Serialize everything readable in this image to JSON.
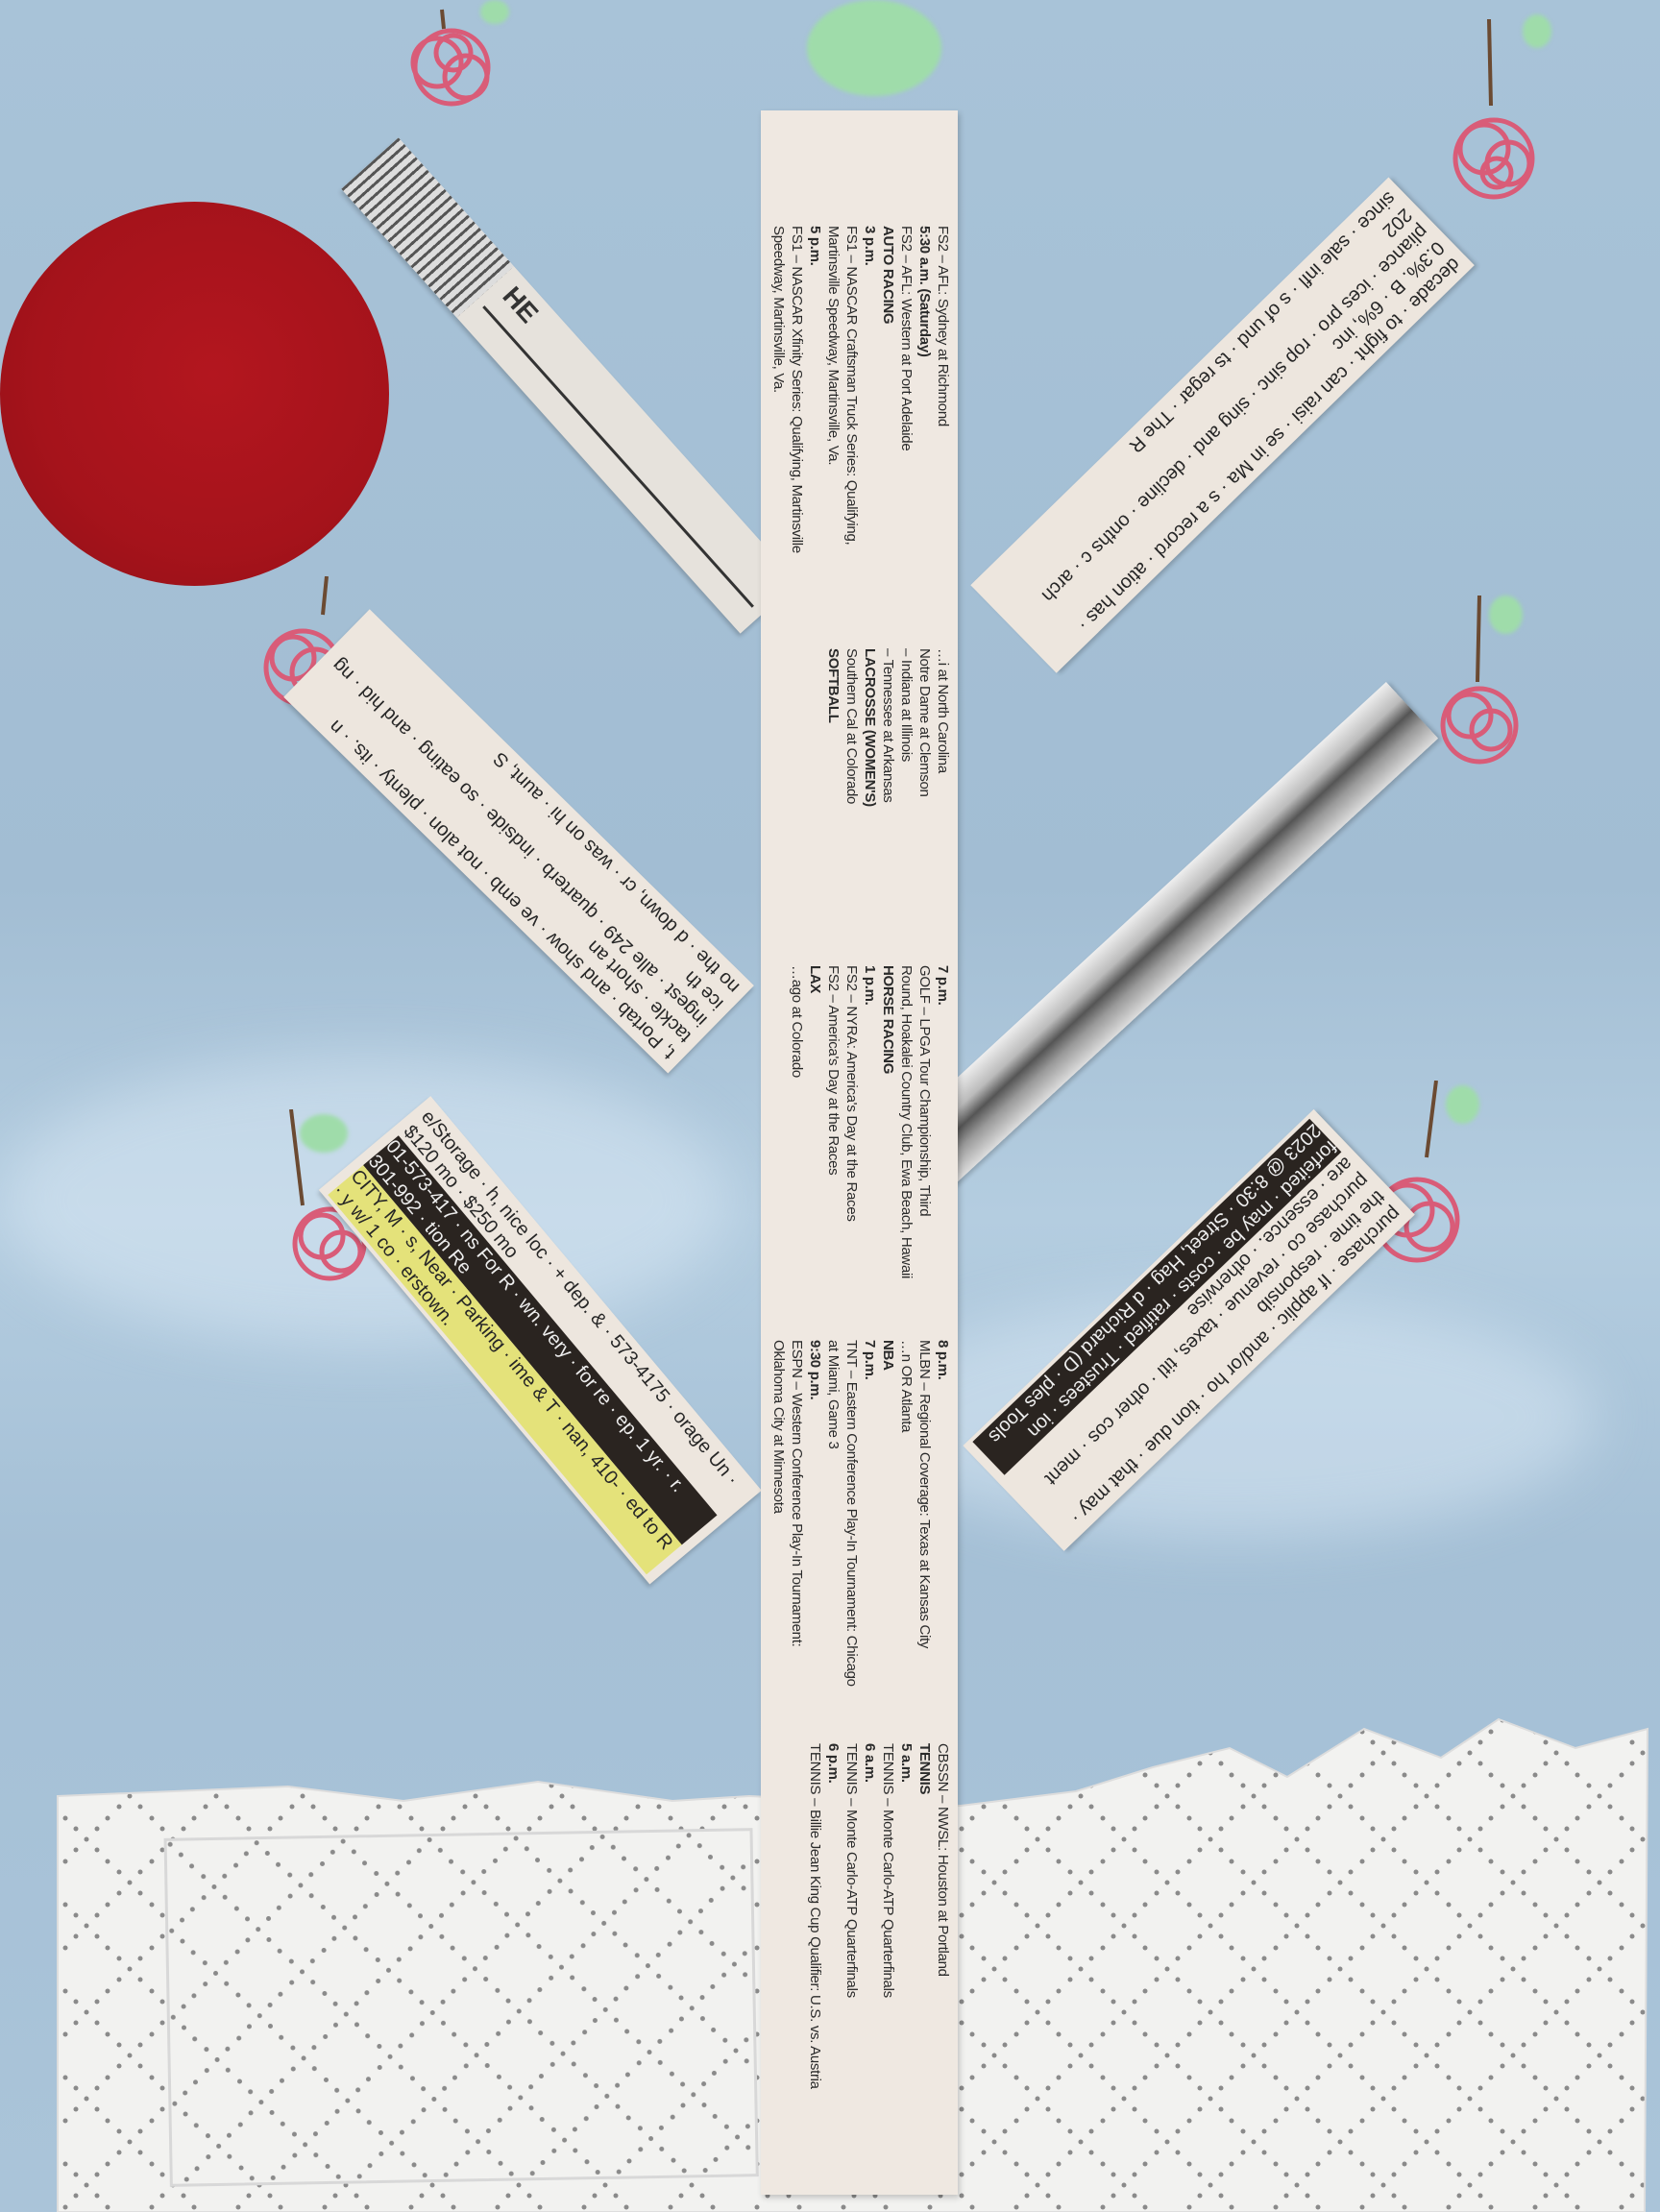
{
  "colors": {
    "background": "#a8c3d8",
    "sun": "#a5131b",
    "apple": "#d95c78",
    "leaf": "#9fdcaa",
    "stem": "#6b4a32",
    "newspaper": "#ede6de",
    "towel": "#f3f3f1"
  },
  "trunk": {
    "col_a": [
      "FS2 – AFL: Sydney at Richmond",
      "5:30 a.m. (Saturday)",
      "FS2 – AFL: Western at Port Adelaide",
      "AUTO RACING",
      "3 p.m.",
      "FS1 – NASCAR Craftsman Truck Series: Qualifying,",
      "Martinsville Speedway, Martinsville, Va.",
      "5 p.m.",
      "FS1 – NASCAR Xfinity Series: Qualifying, Martinsville",
      "Speedway, Martinsville, Va."
    ],
    "col_b": [
      "…i at North Carolina",
      "Notre Dame at Clemson",
      "– Indiana at Illinois",
      "– Tennessee at Arkansas",
      "LACROSSE (WOMEN'S)",
      "Southern Cal at Colorado",
      "SOFTBALL"
    ],
    "col_c": [
      "7 p.m.",
      "GOLF – LPGA Tour Championship, Third",
      "Round, Hoakalei Country Club, Ewa Beach, Hawaii",
      "HORSE RACING",
      "1 p.m.",
      "FS2 – NYRA: America's Day at the Races",
      "FS2 – America's Day at the Races",
      "LAX",
      "…ago at Colorado"
    ],
    "col_d": [
      "8 p.m.",
      "MLBN – Regional Coverage: Texas at Kansas City",
      "…n OR Atlanta",
      "NBA",
      "7 p.m.",
      "TNT – Eastern Conference Play-In Tournament: Chicago",
      "at Miami, Game 3",
      "9:30 p.m.",
      "ESPN – Western Conference Play-In Tournament:",
      "Oklahoma City at Minnesota"
    ],
    "col_e": [
      "CBSSN – NWSL: Houston at Portland",
      "TENNIS",
      "5 a.m.",
      "TENNIS – Monte Carlo-ATP Quarterfinals",
      "6 a.m.",
      "TENNIS – Monte Carlo-ATP Quarterfinals",
      "6 p.m.",
      "TENNIS – Billie Jean King Cup Qualifier: U.S. vs. Austria"
    ]
  },
  "branches": {
    "upper_left": "HE",
    "upper_right": [
      "decade · to fight · can raisi · se in Ma · s a record · ation has · 0.3%. B · 6%, inc",
      "pliance · ices pro · rop sinc · sing and · decline · onths c · arch 202",
      "since · sale infl · s of und · ts regar · The R"
    ],
    "mid_left": [
      "t, Portab · and show · ve emb · not alon · plenty · its. · n tackle · short an",
      "ingest · alle 249 · quarterb · indside · so eating · and hid · ng ice th",
      "no the · d down, cr · was on hi · aunt, S"
    ],
    "lower_left": [
      "e/Storage · h, nice loc · + dep. & · 573-4175 · orage Un · $120 mo · $250 mo",
      "01-573-417 · ns For R · wn. very · for re · ep. 1 yr. · r. 301-992 · tion Re",
      "CITY, M · s, Near · Parking · ime & T · nan, 410- · ed to R · y w/ 1 co · erstown."
    ],
    "lower_right": [
      "purchase · If applic · and/or ho · tion due · that may · the time · responsib",
      "purchase co · revenue · taxes, titl · other cos · ment are · essence. · otherwise",
      "forfeited · may be · costs · ratified · Trustees · ion 2023 @ 8:30 · Street, Hag · d Richard (D · ples Tools"
    ]
  }
}
